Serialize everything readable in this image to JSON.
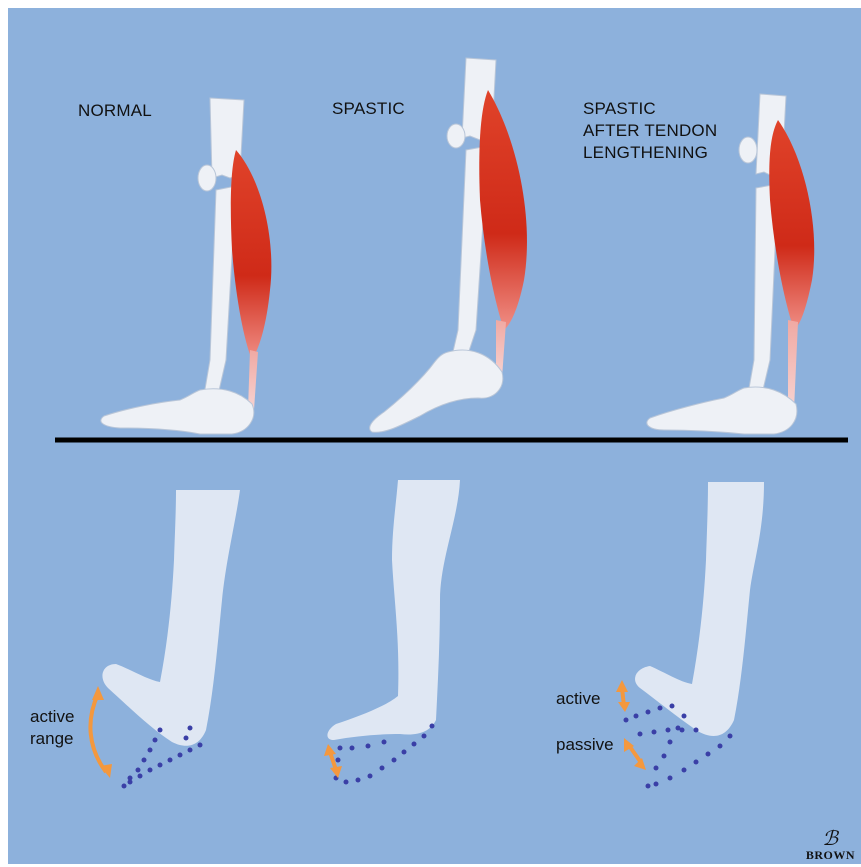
{
  "titles": {
    "normal": "NORMAL",
    "spastic": "SPASTIC",
    "lengthened": [
      "SPASTIC",
      "AFTER TENDON",
      "LENGTHENING"
    ]
  },
  "labels": {
    "active_range": [
      "active",
      "range"
    ],
    "active": "active",
    "passive": "passive"
  },
  "signature": "BROWN",
  "colors": {
    "background": "#8db1dc",
    "bone": "#eef1f6",
    "muscle": "#d9331f",
    "tendon": "#f3b3b1",
    "arrow": "#f4983e",
    "dots": "#3a3fa6",
    "leg": "#dfe7f3",
    "ground": "#000000"
  }
}
